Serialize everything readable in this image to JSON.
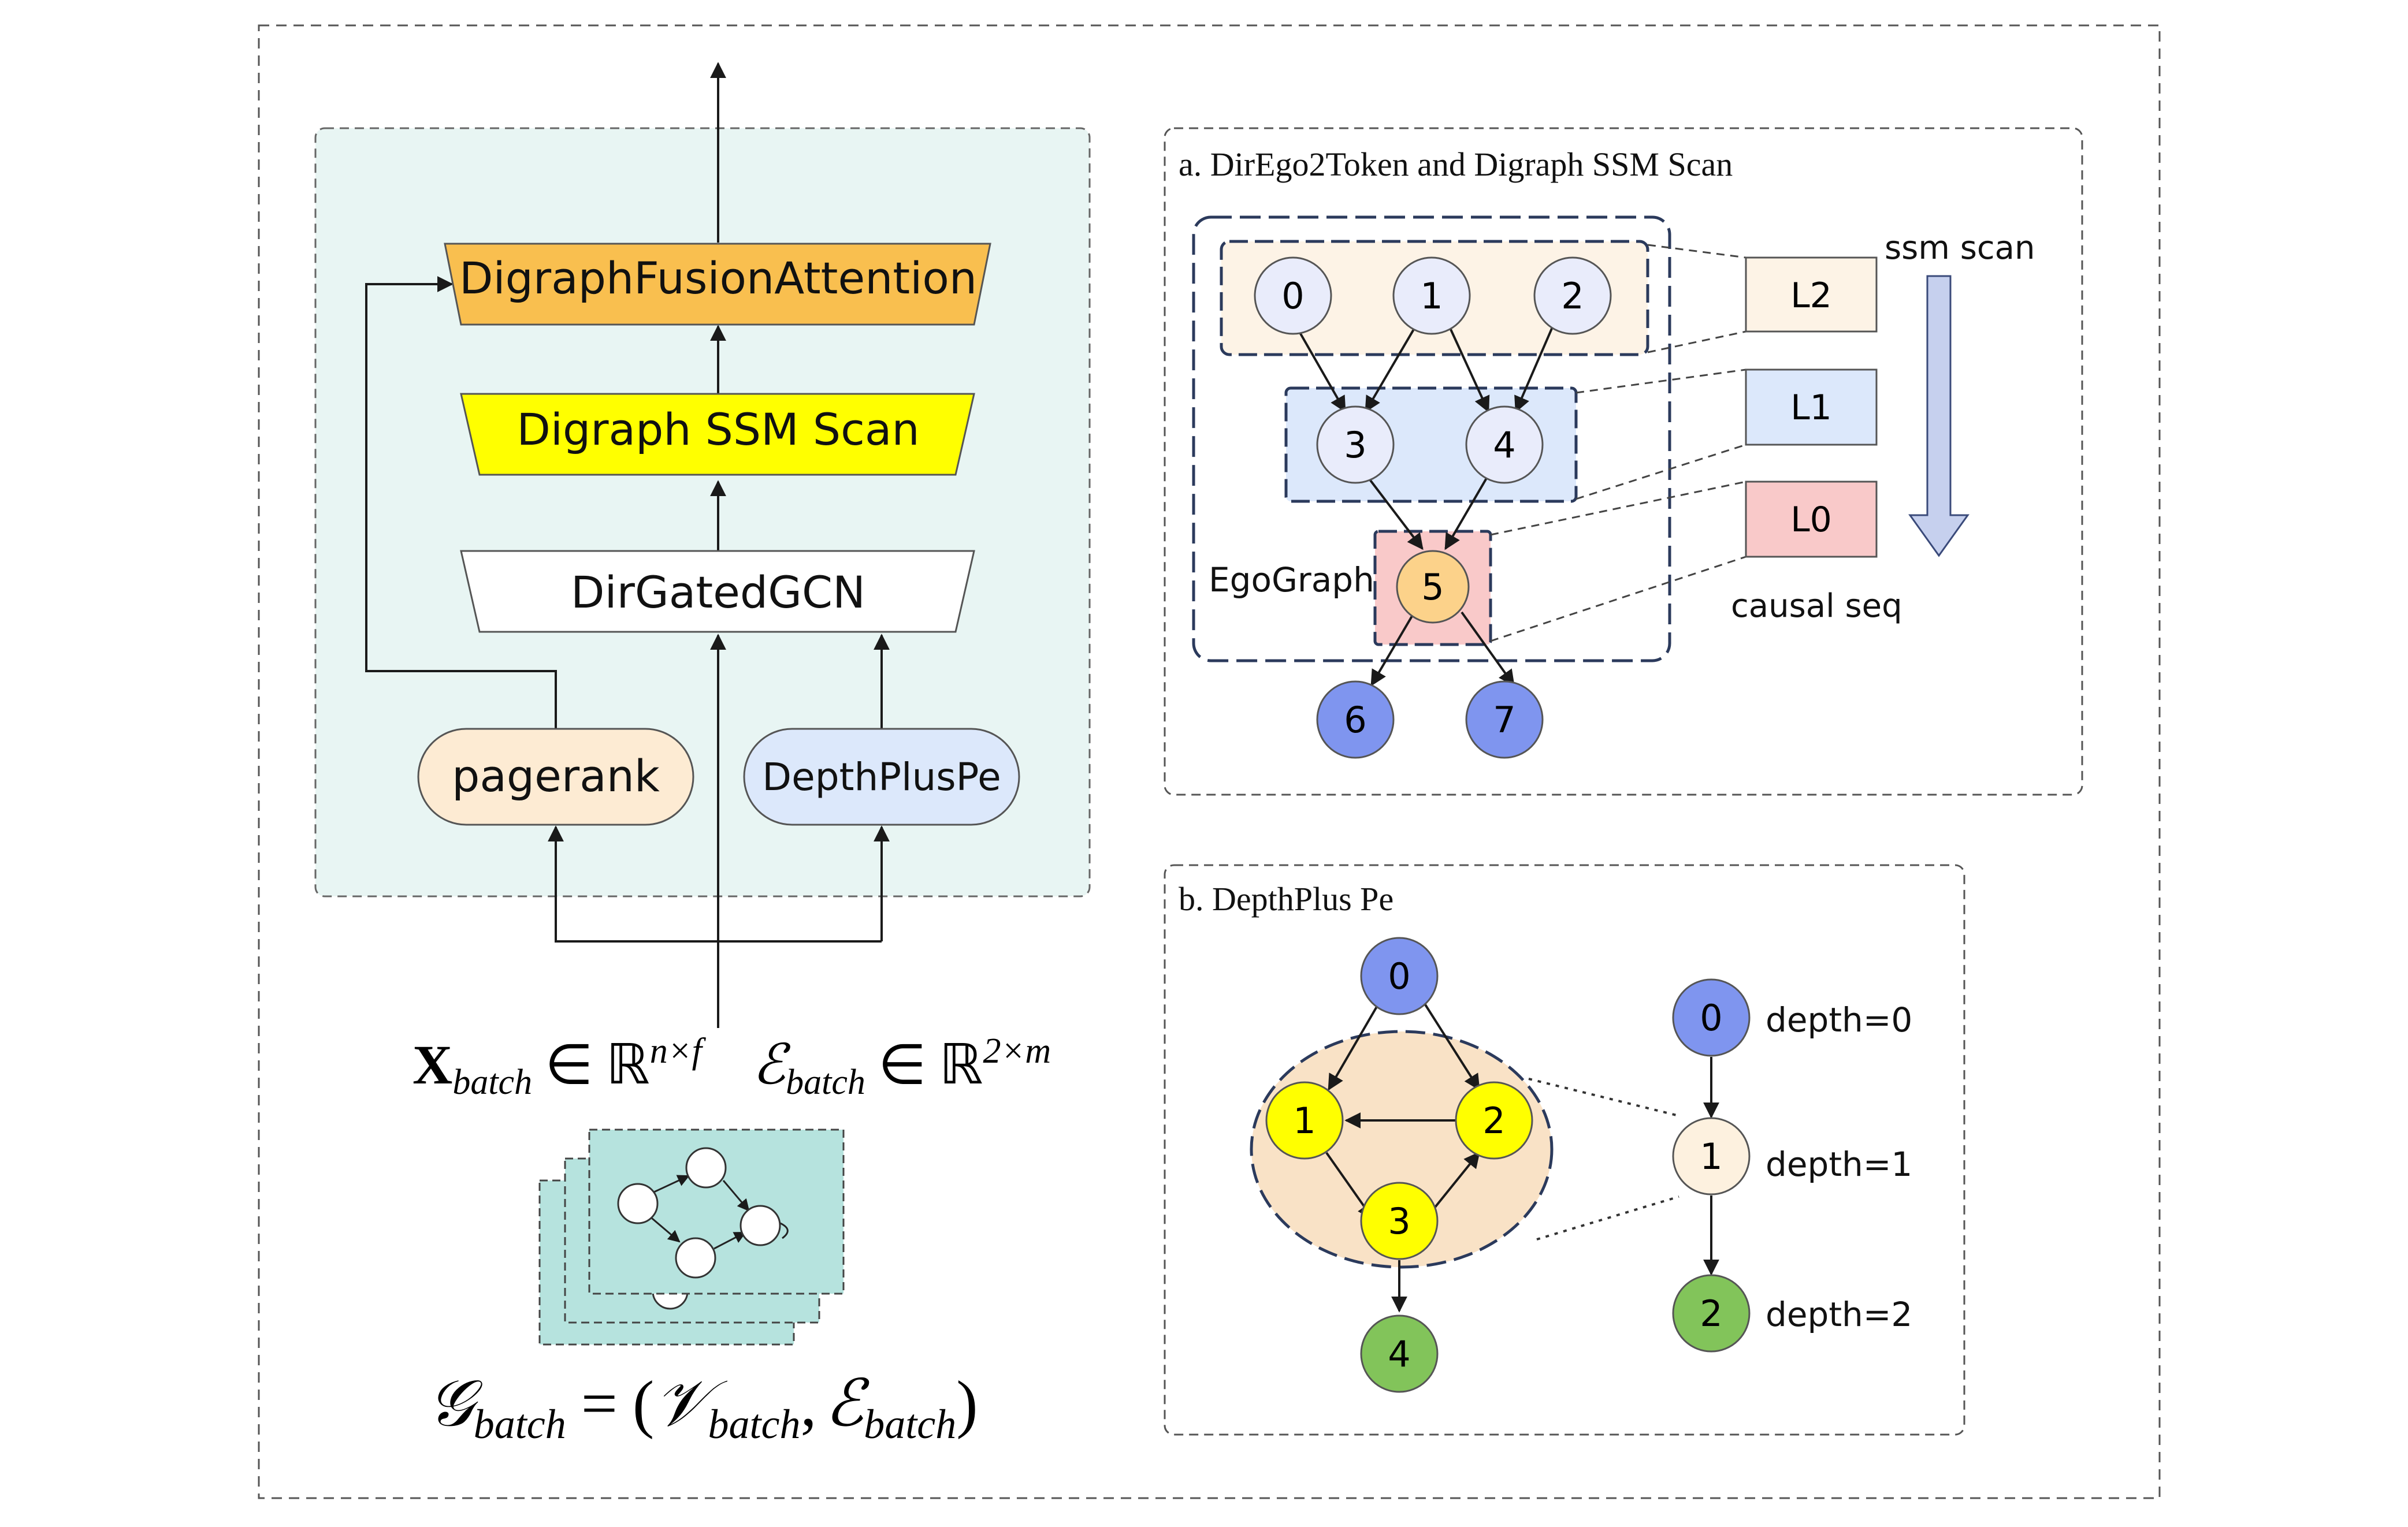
{
  "main_pipeline": {
    "fusion_label": "DigraphFusionAttention",
    "ssm_label": "Digraph SSM Scan",
    "gcn_label": "DirGatedGCN",
    "pagerank_label": "pagerank",
    "depthpe_label": "DepthPlusPe",
    "input_x": {
      "sym": "X",
      "sub": "batch",
      "rel": "∈",
      "set": "ℝ",
      "sup": "n×f"
    },
    "input_e": {
      "sym": "ℰ",
      "sub": "batch",
      "rel": "∈",
      "set": "ℝ",
      "sup": "2×m"
    },
    "graph_eq": {
      "lhs": "𝒢",
      "lhs_sub": "batch",
      "eq": "=",
      "open": "(",
      "v": "𝒱",
      "v_sub": "batch",
      "comma": ",",
      "e": "ℰ",
      "e_sub": "batch",
      "close": ")"
    }
  },
  "panel_a": {
    "title": "a. DirEgo2Token and Digraph SSM Scan",
    "nodes": [
      "0",
      "1",
      "2",
      "3",
      "4",
      "5",
      "6",
      "7"
    ],
    "ego_label": "EgoGraph",
    "layers": [
      "L2",
      "L1",
      "L0"
    ],
    "scan_label": "ssm scan",
    "causal_label": "causal seq"
  },
  "panel_b": {
    "title": "b. DepthPlus Pe",
    "nodes": [
      "0",
      "1",
      "2",
      "3",
      "4"
    ],
    "depth_nodes": [
      "0",
      "1",
      "2"
    ],
    "depth_labels": [
      "depth=0",
      "depth=1",
      "depth=2"
    ]
  },
  "colors": {
    "panel_bg": "#e8f5f3",
    "fusion": "#f9bf4f",
    "ssm": "#ffff00",
    "pagerank": "#fdebd3",
    "depthpe": "#dce8fb",
    "node_light": "#e9ecfb",
    "node_blue": "#7f95ef",
    "node_yellow": "#ffff00",
    "node_green": "#82c45a",
    "node_orange": "#fcd28a",
    "node_cream": "#fdf1df",
    "layer_l2": "#fdf3e6",
    "layer_l1": "#dce8fb",
    "layer_l0": "#f9c9c9",
    "scan_arrow": "#c6d0ee",
    "graph_card": "#b6e3de",
    "ego_fill": "#f9e2c6"
  }
}
